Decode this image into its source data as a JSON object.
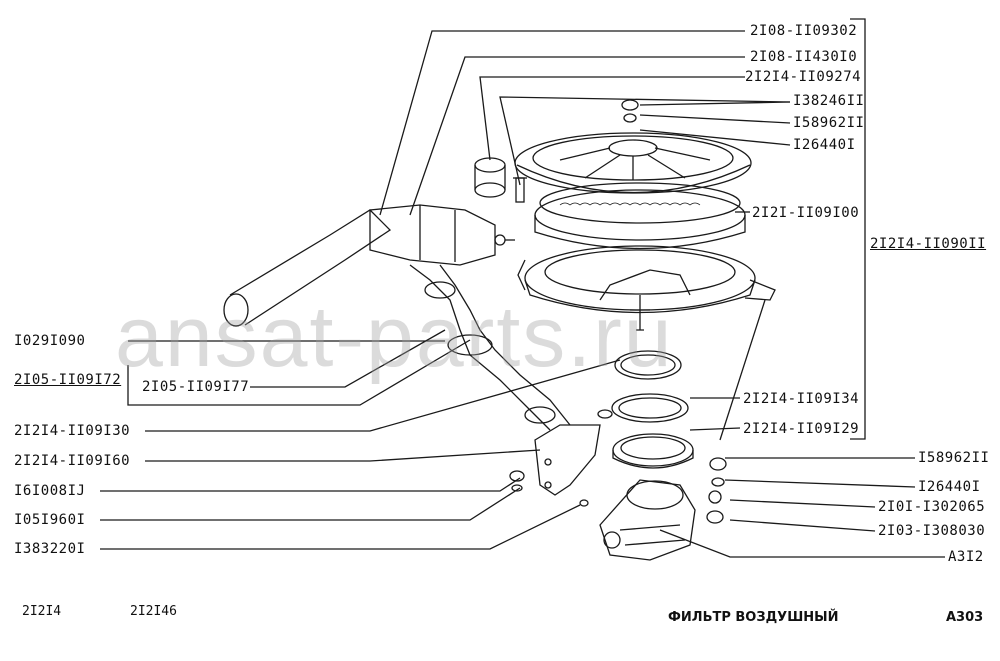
{
  "watermark": "ansat-parts.ru",
  "callouts_right": [
    "2I08-II09302",
    "2I08-II430I0",
    "2I2I4-II09274",
    "I38246II",
    "I58962II",
    "I26440I",
    "2I2I-II09I00",
    "2I2I4-II09I34",
    "2I2I4-II09I29",
    "I58962II",
    "I26440I",
    "2I0I-I302065",
    "2I03-I308030",
    "A3I2"
  ],
  "assembly_label": "2I2I4-II090II",
  "callouts_left": [
    "I029I090",
    "2I05-II09I72",
    "2I05-II09I77",
    "2I2I4-II09I30",
    "2I2I4-II09I60",
    "I6I008IJ",
    "I05I960I",
    "I383220I"
  ],
  "footer": {
    "model_1": "2I2I4",
    "model_2": "2I2I46",
    "title": "ФИЛЬТР ВОЗДУШНЫЙ",
    "page_code": "A303"
  }
}
